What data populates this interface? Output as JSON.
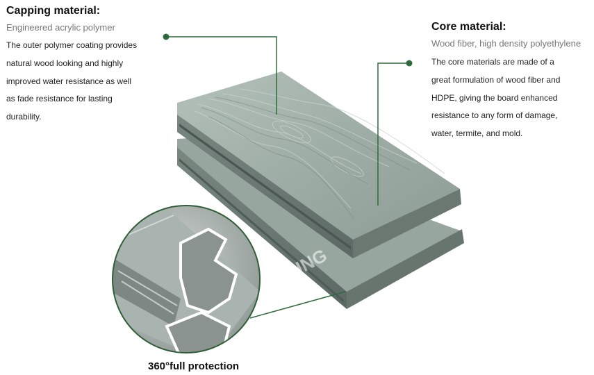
{
  "capping": {
    "title": "Capping material:",
    "subtitle": "Engineered acrylic polymer",
    "lines": [
      "The outer polymer coating provides",
      "natural wood looking and highly",
      "improved water resistance as well",
      "as fade resistance for lasting",
      "durability."
    ]
  },
  "core": {
    "title": "Core material:",
    "subtitle": "Wood fiber, high density polyethylene",
    "lines": [
      "The core materials are made of a",
      "great formulation of wood fiber and",
      "HDPE, giving the board enhanced",
      "resistance to any form of damage,",
      "water, termite, and mold."
    ]
  },
  "watermark": "HOSUNG",
  "caption": "360°full protection",
  "colors": {
    "callout_line": "#2f6b3a",
    "board_top": "#a3b1ab",
    "board_side": "#6f7d77",
    "magnifier_ring": "#2f5e36"
  }
}
